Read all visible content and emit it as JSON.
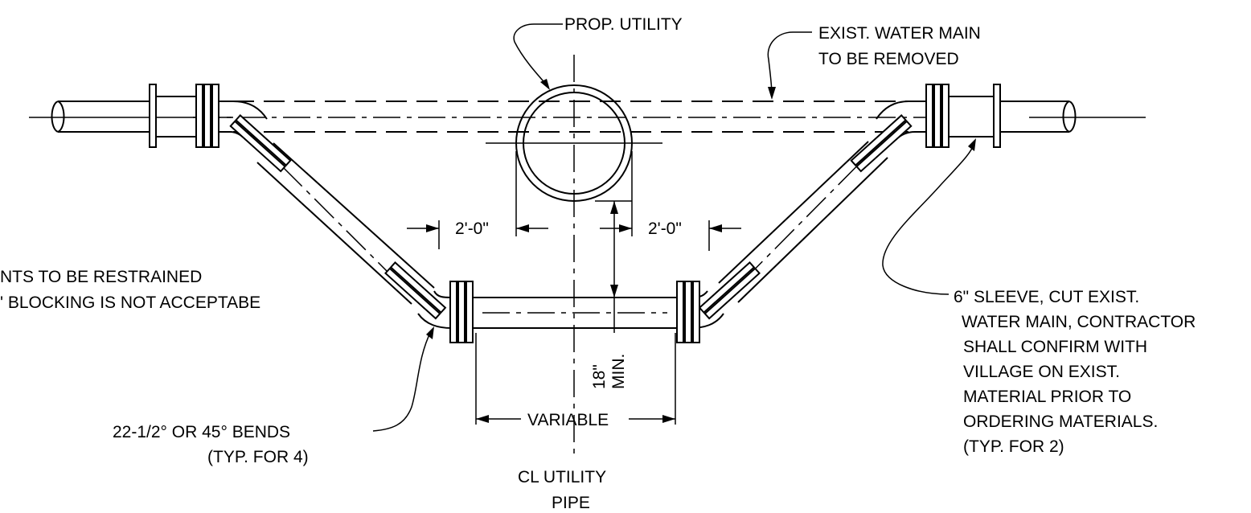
{
  "labels": {
    "prop_utility": "PROP. UTILITY",
    "exist_main_1": "EXIST. WATER MAIN",
    "exist_main_2": "TO BE REMOVED",
    "joints_1": "NTS TO BE RESTRAINED",
    "joints_2": "' BLOCKING IS NOT ACCEPTABE",
    "dim_left": "2'-0\"",
    "dim_right": "2'-0\"",
    "dim_vert_1": "18\"",
    "dim_vert_2": "MIN.",
    "dim_variable": "VARIABLE",
    "bends_1": "22-1/2° OR 45° BENDS",
    "bends_2": "(TYP. FOR 4)",
    "cl_1": "CL UTILITY",
    "cl_2": "PIPE",
    "sleeve": [
      "6\" SLEEVE, CUT EXIST.",
      "WATER MAIN, CONTRACTOR",
      "SHALL CONFIRM WITH",
      "VILLAGE ON EXIST.",
      "MATERIAL PRIOR TO",
      "ORDERING MATERIALS.",
      "(TYP. FOR 2)"
    ]
  }
}
